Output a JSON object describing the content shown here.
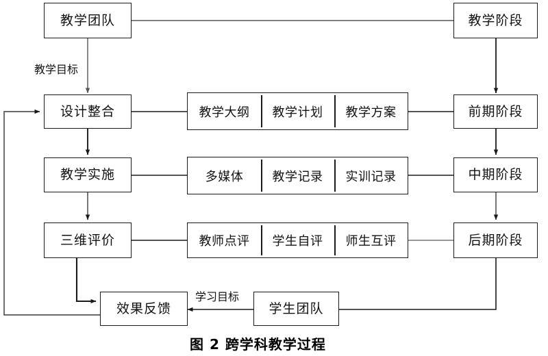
{
  "diagram": {
    "caption": "图 2 跨学科教学过程",
    "nodes": {
      "teaching_team": "教学团队",
      "teaching_stage": "教学阶段",
      "design_integration": "设计整合",
      "teaching_implementation": "教学实施",
      "three_dim_evaluation": "三维评价",
      "effect_feedback": "效果反馈",
      "student_team": "学生团队",
      "early_stage": "前期阶段",
      "mid_stage": "中期阶段",
      "late_stage": "后期阶段"
    },
    "group_rows": [
      {
        "id": "design-artifacts",
        "cells": [
          "教学大纲",
          "教学计划",
          "教学方案"
        ]
      },
      {
        "id": "implementation-artifacts",
        "cells": [
          "多媒体",
          "教学记录",
          "实训记录"
        ]
      },
      {
        "id": "evaluation-artifacts",
        "cells": [
          "教师点评",
          "学生自评",
          "师生互评"
        ]
      }
    ],
    "edge_labels": {
      "teaching_goal": "教学目标",
      "learning_goal": "学习目标"
    },
    "colors": {
      "stroke": "#1a1a1a",
      "light_stroke": "#555555",
      "text": "#111111",
      "background": "#ffffff"
    }
  }
}
